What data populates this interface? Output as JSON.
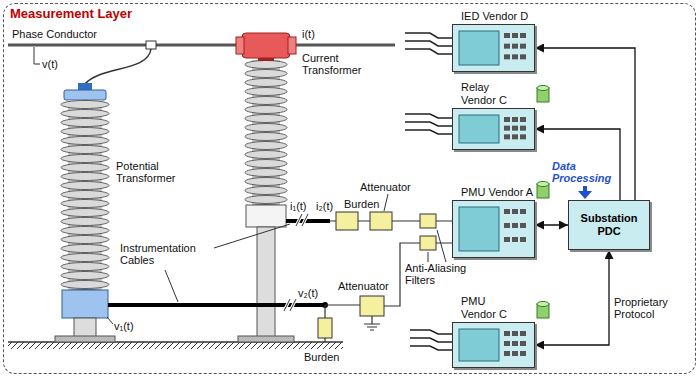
{
  "diagram": {
    "nodes": [
      {
        "text": [
          "Measurement Layer"
        ]
      },
      {
        "text": [
          "IED Vendor D"
        ],
        "in": 0
      },
      {
        "text": [
          "Relay Vendor C"
        ],
        "in": 0
      },
      {
        "text": [
          "PMU Vendor A"
        ],
        "in": 0
      },
      {
        "text": [
          "Substation PDC"
        ],
        "in": 0
      },
      {
        "text": [
          "PMU Vendor C"
        ],
        "in": 0
      }
    ],
    "edges": [
      {
        "from": 4,
        "to": 1,
        "arrow": "to"
      },
      {
        "from": 4,
        "to": 2,
        "arrow": "to"
      },
      {
        "from": 3,
        "to": 4,
        "arrow": "both"
      },
      {
        "from": 5,
        "to": 4,
        "arrow": "both",
        "label": "Proprietary Protocol"
      }
    ],
    "labels": [
      "Phase Conductor",
      "v(t)",
      "i(t)",
      "Current Transformer",
      "Potential Transformer",
      "i₁(t)",
      "i₂(t)",
      "Attenuator",
      "Burden",
      "Instrumentation Cables",
      "Attenuator",
      "Anti-Aliasing Filters",
      "v₁(t)",
      "v₂(t)",
      "Burden",
      "Data Processing"
    ]
  }
}
